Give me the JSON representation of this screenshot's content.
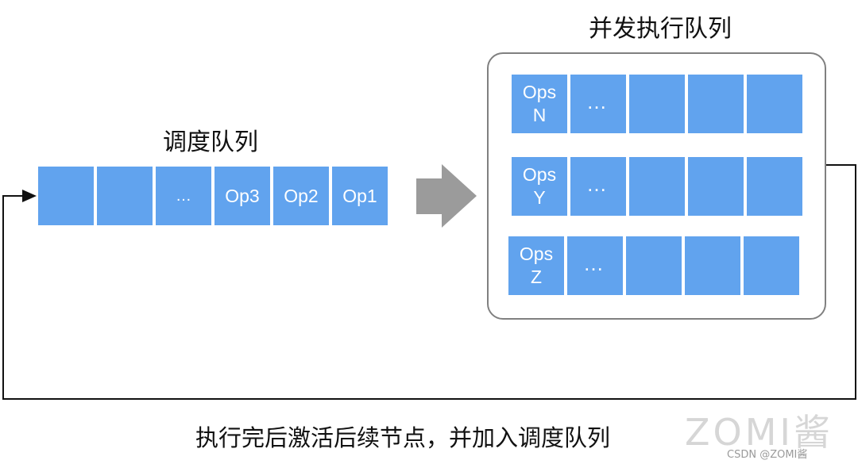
{
  "scheduling_queue": {
    "title": "调度队列",
    "cells": [
      "",
      "",
      "…",
      "Op3",
      "Op2",
      "Op1"
    ]
  },
  "concurrent_queue": {
    "title": "并发执行队列",
    "rows": [
      {
        "head": "Ops\nN",
        "dots": "…"
      },
      {
        "head": "Ops\nY",
        "dots": "…"
      },
      {
        "head": "Ops\nZ",
        "dots": "…"
      }
    ]
  },
  "feedback": {
    "caption": "执行完后激活后续节点，并加入调度队列"
  },
  "watermark": {
    "logo": "ZOMI酱",
    "credit": "CSDN @ZOMI酱"
  },
  "colors": {
    "cell_fill": "#61a3ee",
    "arrow_fill": "#9b9b9b",
    "box_border": "#808080",
    "line": "#111111"
  }
}
